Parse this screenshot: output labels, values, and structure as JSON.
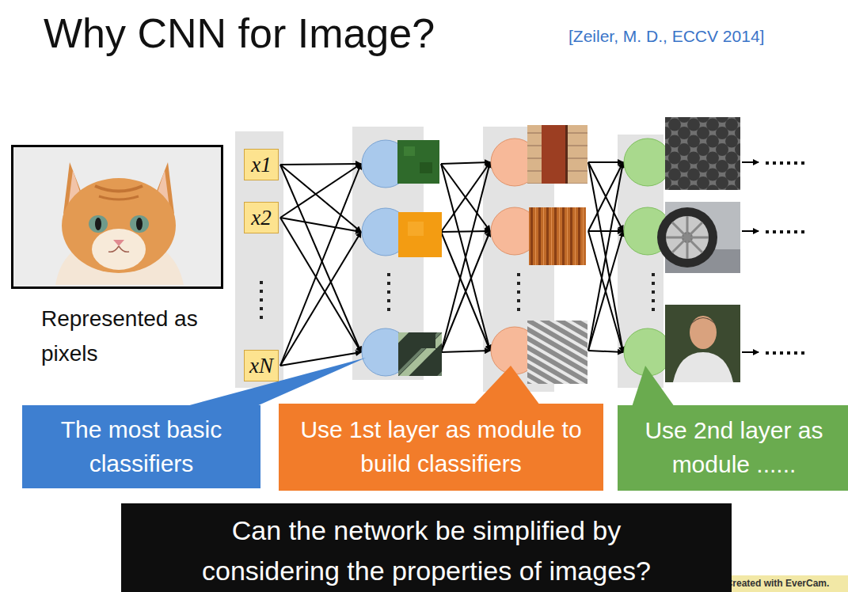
{
  "diagram": {
    "title": "Why CNN for Image?",
    "nodes": [
      {
        "text": [
          "x1"
        ]
      },
      {
        "text": [
          "x2"
        ]
      },
      {
        "text": [
          "xN"
        ]
      },
      {
        "text": [
          "The most basic classifiers"
        ]
      },
      {
        "text": [
          "Use 1st layer as module to build classifiers"
        ]
      },
      {
        "text": [
          "Use 2nd layer as module ......"
        ]
      },
      {
        "text": [
          "Can the network be simplified by considering the properties of images?"
        ]
      }
    ],
    "labels": [
      "[Zeiler, M. D., ECCV 2014]",
      "Represented as pixels",
      "Created with EverCam."
    ]
  }
}
